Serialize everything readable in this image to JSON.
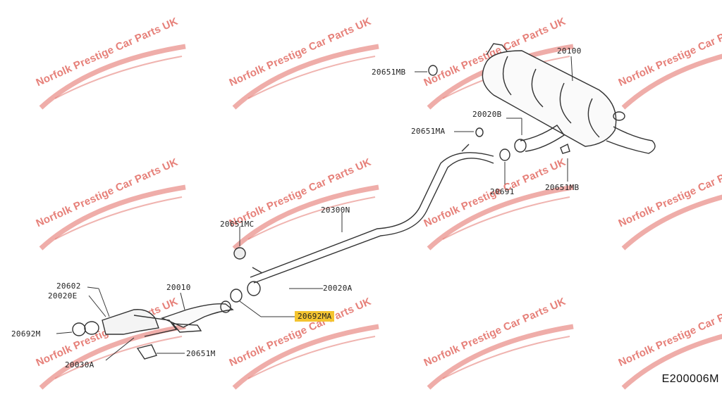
{
  "diagram": {
    "colors": {
      "line": "#333333",
      "highlight": "#f4c430",
      "watermark": "#e26a62"
    },
    "parts": [
      {
        "id": "p20100",
        "label": "20100"
      },
      {
        "id": "p20651mb1",
        "label": "20651MB"
      },
      {
        "id": "p20020b",
        "label": "20020B"
      },
      {
        "id": "p20651ma",
        "label": "20651MA"
      },
      {
        "id": "p20691",
        "label": "20691"
      },
      {
        "id": "p20651mb2",
        "label": "20651MB"
      },
      {
        "id": "p20300n",
        "label": "20300N"
      },
      {
        "id": "p20651mc",
        "label": "20651MC"
      },
      {
        "id": "p20020a",
        "label": "20020A"
      },
      {
        "id": "p20692ma",
        "label": "20692MA",
        "highlighted": true
      },
      {
        "id": "p20010",
        "label": "20010"
      },
      {
        "id": "p20602",
        "label": "20602"
      },
      {
        "id": "p20020e",
        "label": "20020E"
      },
      {
        "id": "p20692m",
        "label": "20692M"
      },
      {
        "id": "p20030a",
        "label": "20030A"
      },
      {
        "id": "p20651m",
        "label": "20651M"
      }
    ],
    "figure_code": "E200006M"
  },
  "watermark": {
    "text": "Norfolk Prestige Car Parts UK"
  }
}
